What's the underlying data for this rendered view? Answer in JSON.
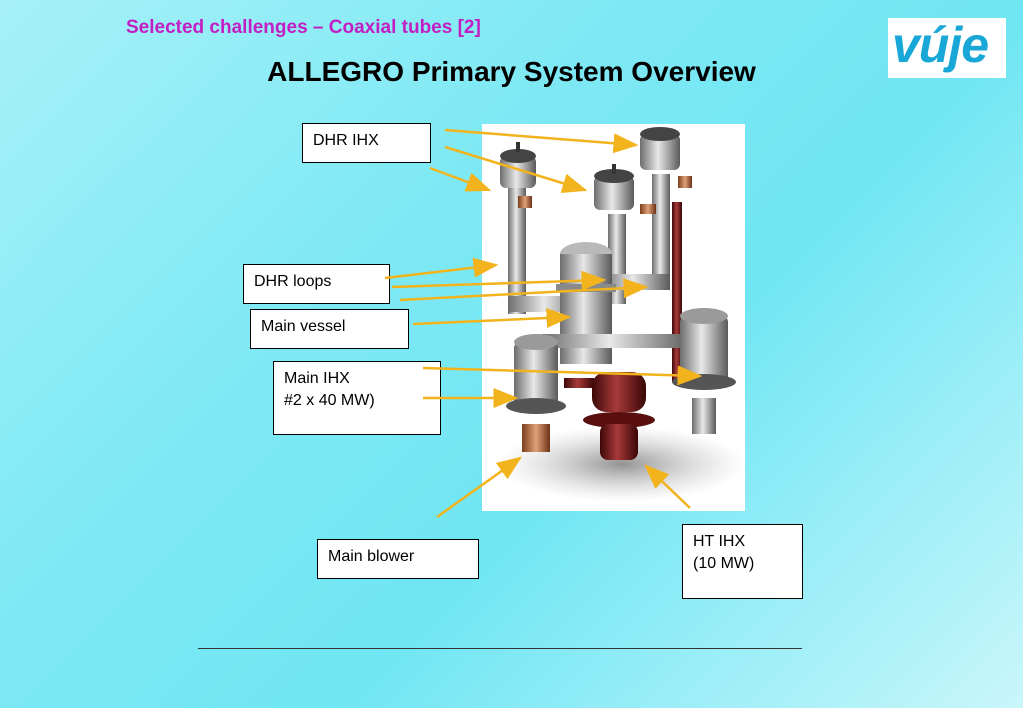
{
  "header": {
    "subtitle": "Selected challenges – Coaxial tubes [2]",
    "title": "ALLEGRO Primary System Overview",
    "logo_text": "vúje"
  },
  "labels": {
    "dhr_ihx": "DHR IHX",
    "dhr_loops": "DHR loops",
    "main_vessel": "Main vessel",
    "main_ihx": "Main IHX\n#2 x 40 MW)",
    "main_blower": "Main blower",
    "ht_ihx": "HT IHX\n(10 MW)"
  },
  "colors": {
    "subtitle": "#c21ec4",
    "arrow": "#f2b31c",
    "logo": "#18a7d6"
  }
}
